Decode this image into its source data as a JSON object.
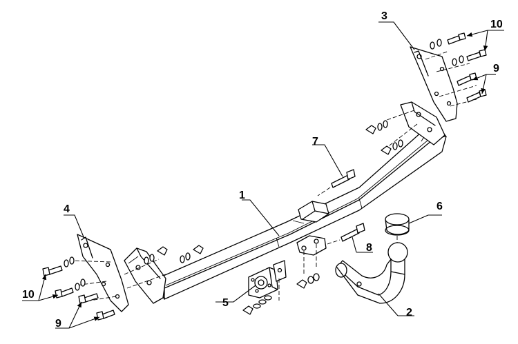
{
  "callouts": {
    "c1": "1",
    "c2": "2",
    "c3": "3",
    "c4": "4",
    "c5": "5",
    "c6": "6",
    "c7": "7",
    "c8": "8",
    "c9_right": "9",
    "c9_left": "9",
    "c10_right": "10",
    "c10_left": "10"
  }
}
